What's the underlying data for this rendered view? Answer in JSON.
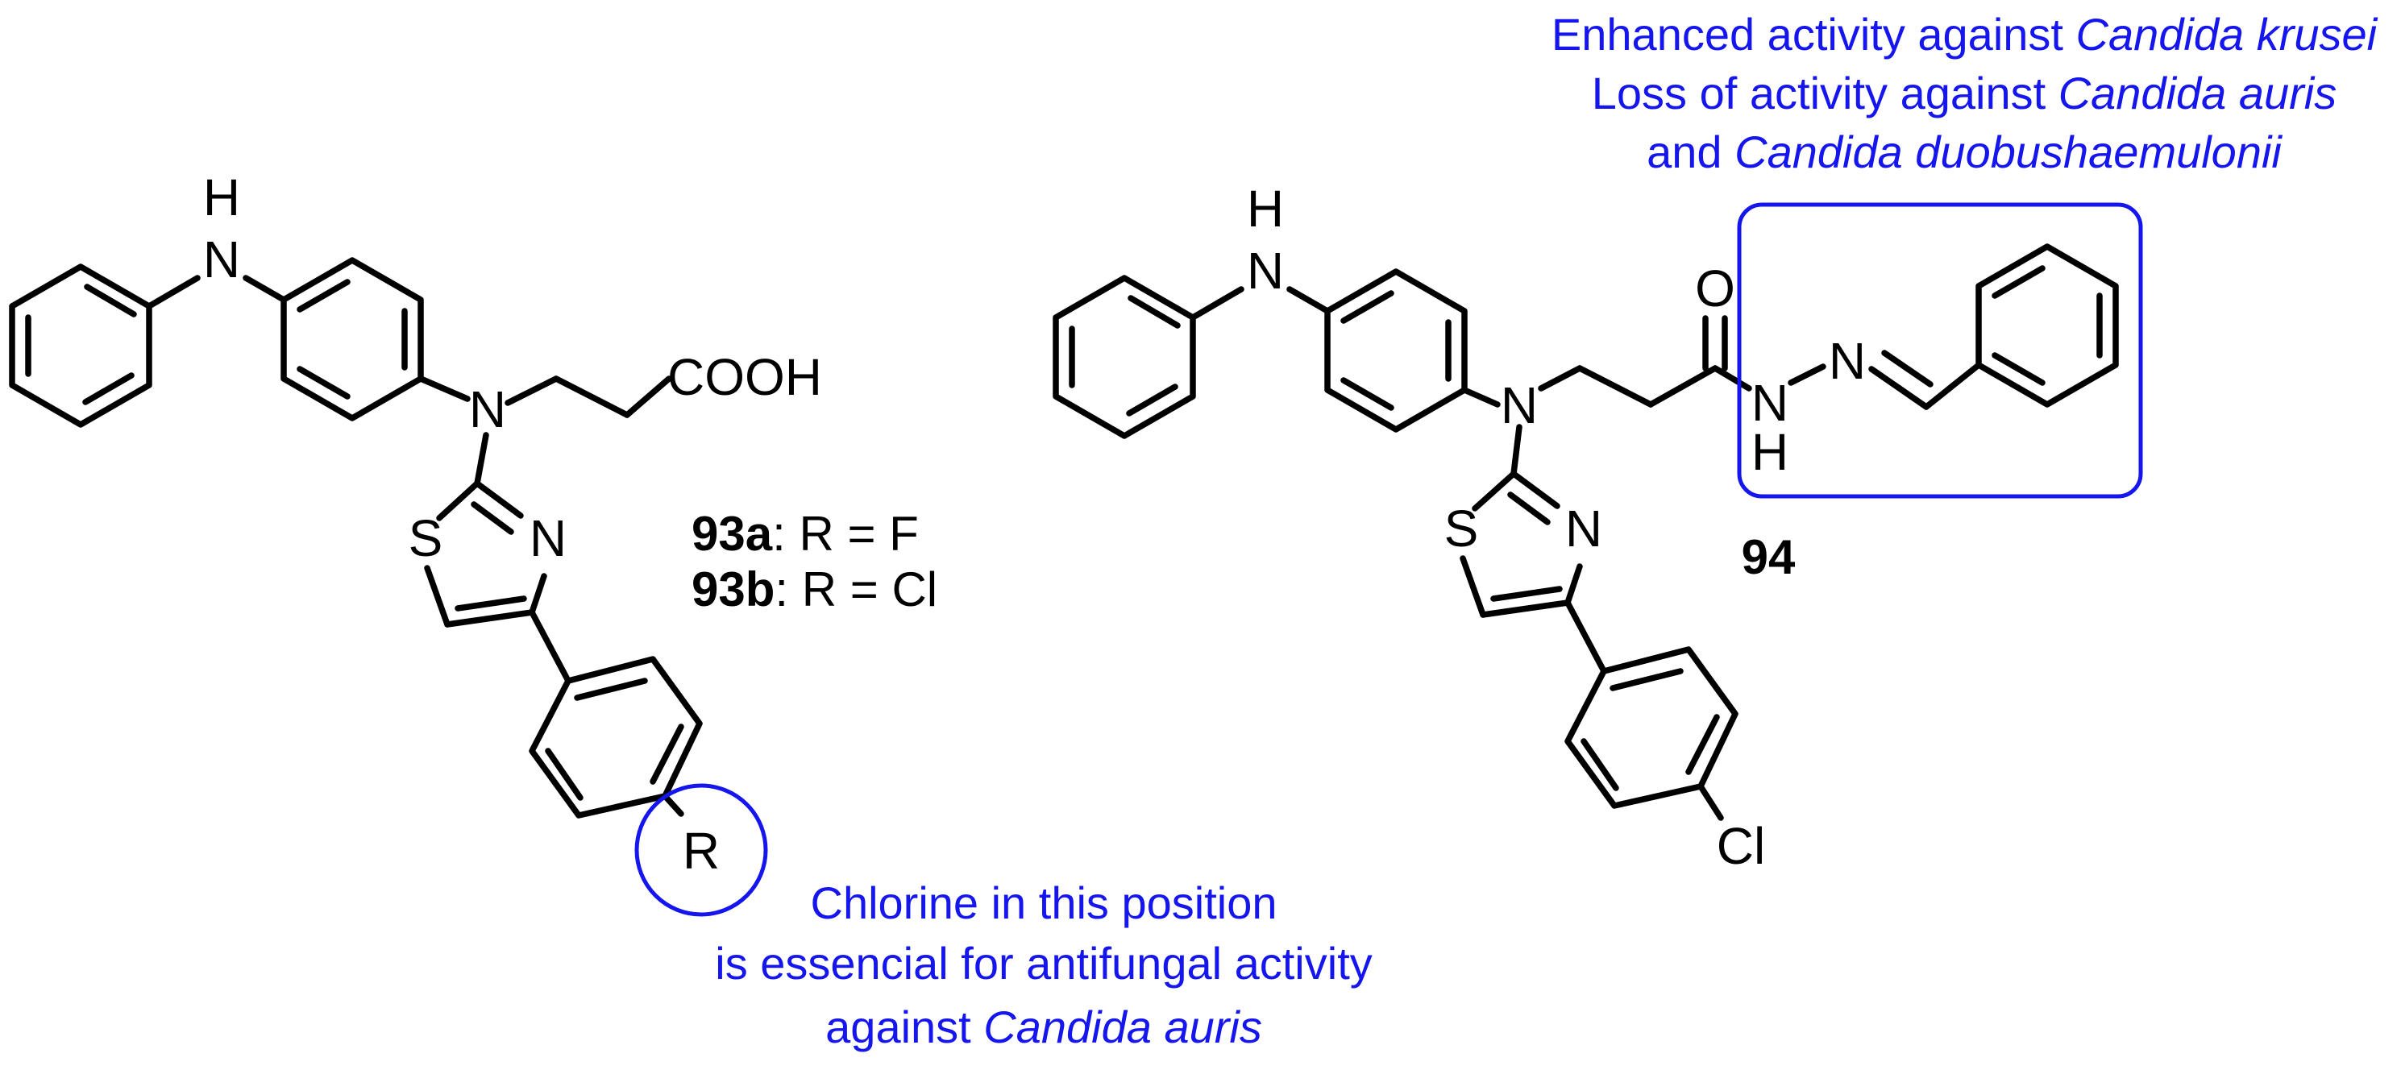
{
  "colors": {
    "ink": "#000000",
    "annotation": "#1515ee"
  },
  "left_compound": {
    "atoms": {
      "nh_h": "H",
      "nh_n": "N",
      "amine_n": "N",
      "acid": "COOH",
      "s": "S",
      "thz_n": "N",
      "r": "R"
    },
    "labels": [
      {
        "id": "93a",
        "rest": ": R = F"
      },
      {
        "id": "93b",
        "rest": ": R = Cl"
      }
    ]
  },
  "right_compound": {
    "atoms": {
      "nh_h": "H",
      "nh_n": "N",
      "amine_n": "N",
      "o": "O",
      "amide_n": "N",
      "amide_h": "H",
      "imine_n": "N",
      "s": "S",
      "thz_n": "N",
      "cl": "Cl"
    },
    "label": "94"
  },
  "annotations": {
    "top": {
      "line1": {
        "text": "Enhanced activity against ",
        "italic": "Candida krusei"
      },
      "line2": {
        "text": "Loss of activity against ",
        "italic": "Candida auris"
      },
      "line3": {
        "text": "and ",
        "italic": "Candida duobushaemulonii"
      }
    },
    "bottom": {
      "line1": "Chlorine in this position",
      "line2": "is essencial for antifungal activity",
      "line3": {
        "text": "against ",
        "italic": "Candida auris"
      }
    }
  }
}
